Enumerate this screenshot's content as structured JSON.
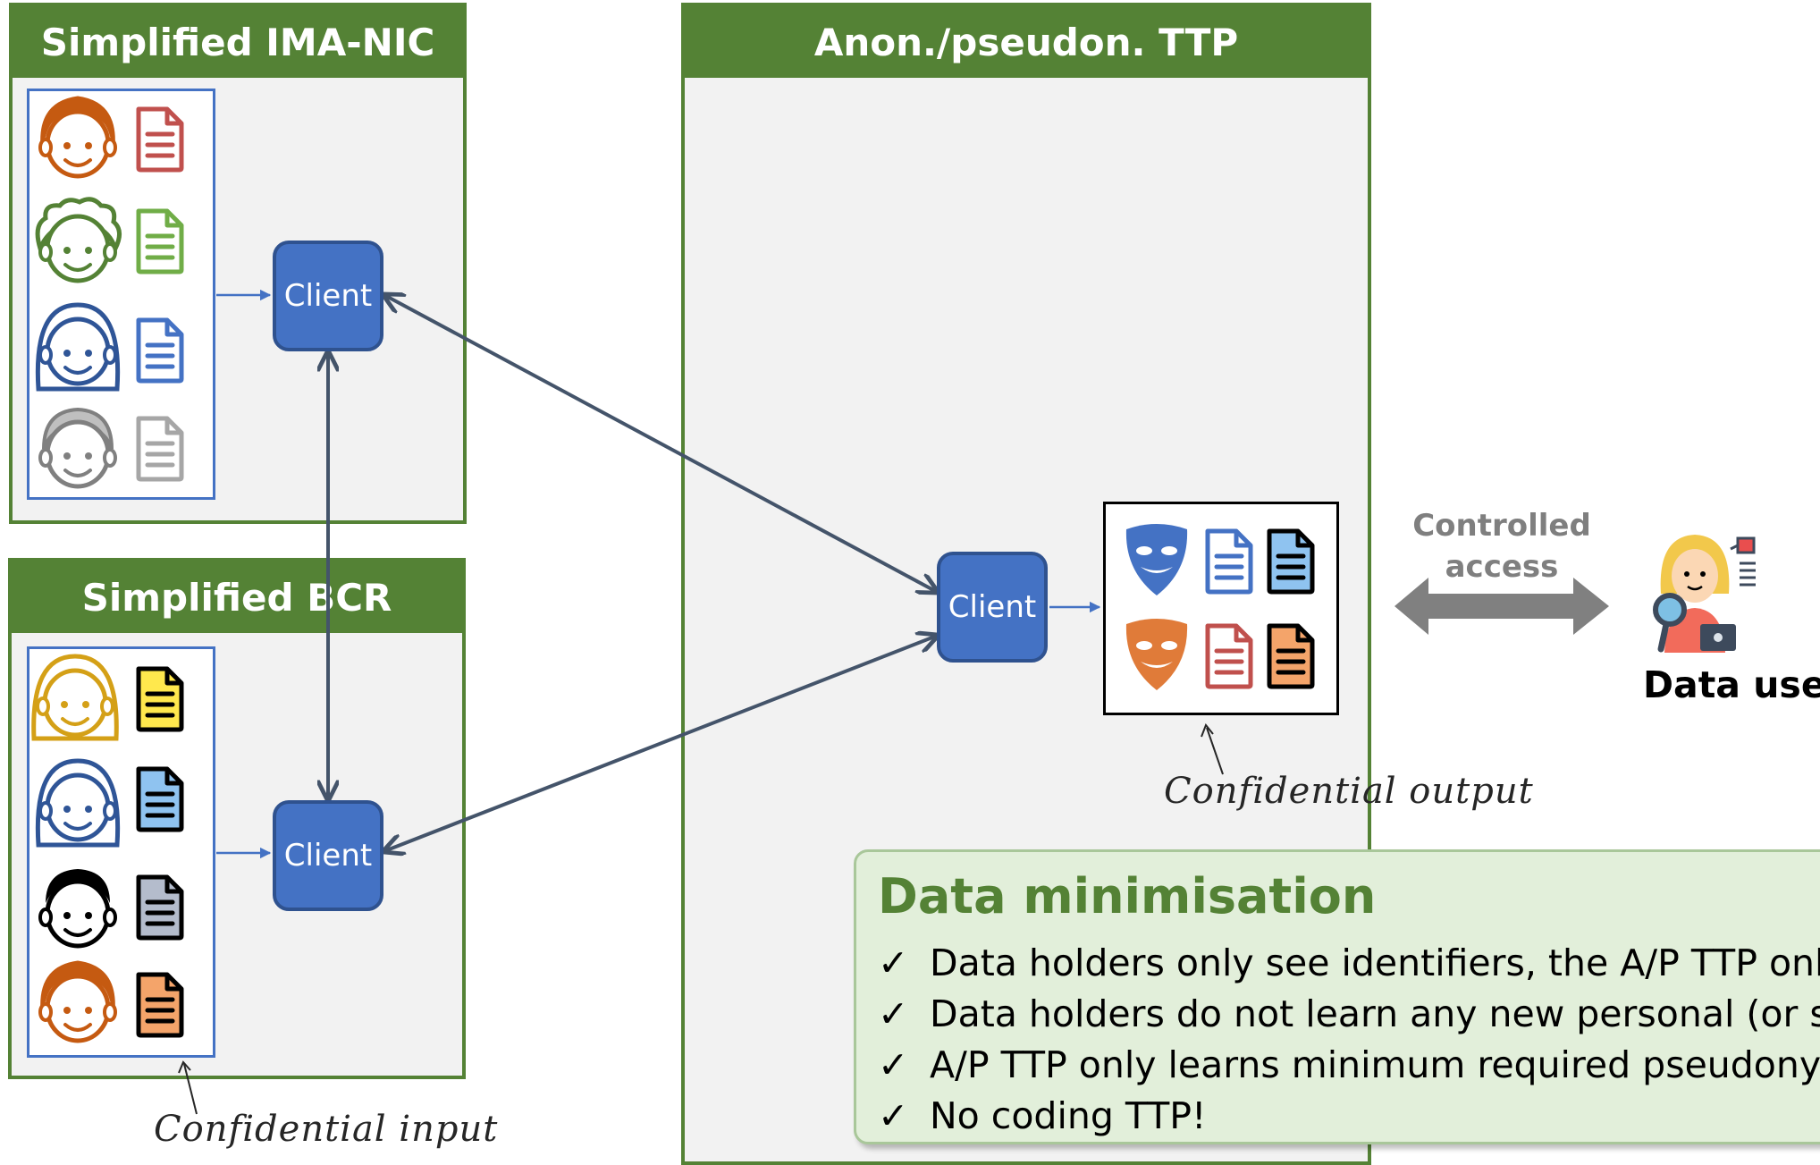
{
  "panels": {
    "ima_nic": "Simplified IMA-NIC",
    "bcr": "Simplified BCR",
    "ttp": "Anon./pseudon. TTP"
  },
  "clients": {
    "ima_nic_client": "Client",
    "bcr_client": "Client",
    "ttp_client": "Client"
  },
  "annotations": {
    "confidential_input": "Confidential input",
    "confidential_output": "Confidential output"
  },
  "controlled_access": [
    "Controlled",
    "access"
  ],
  "data_user": "Data user",
  "data_minimisation": {
    "title": "Data minimisation",
    "check_symbol": "✓",
    "items": [
      "Data holders only see identifiers, the A/P TTP only s",
      "Data holders do not learn any new personal (or stat",
      "A/P TTP only learns minimum required pseudonym",
      "No coding TTP!"
    ]
  },
  "colors": {
    "panel_green": "#548235",
    "client_blue": "#4472c4",
    "arrow_slate": "#44546a",
    "grey_arrow": "#808080"
  },
  "icons": {
    "ima_nic_people": [
      "person-red-hair-icon",
      "person-curly-green-icon",
      "person-blue-icon",
      "person-grey-icon"
    ],
    "ima_nic_docs": [
      "document-red-icon",
      "document-green-icon",
      "document-blue-icon",
      "document-grey-icon"
    ],
    "bcr_people": [
      "person-yellow-hair-icon",
      "person-blue-icon",
      "person-black-icon",
      "person-red-hair-icon"
    ],
    "bcr_docs": [
      "document-yellow-icon",
      "document-blue-icon",
      "document-grey-icon",
      "document-orange-icon"
    ],
    "output": [
      "mask-blue-icon",
      "document-blue-outline-icon",
      "document-blue-icon",
      "mask-orange-icon",
      "document-red-outline-icon",
      "document-orange-icon"
    ]
  }
}
